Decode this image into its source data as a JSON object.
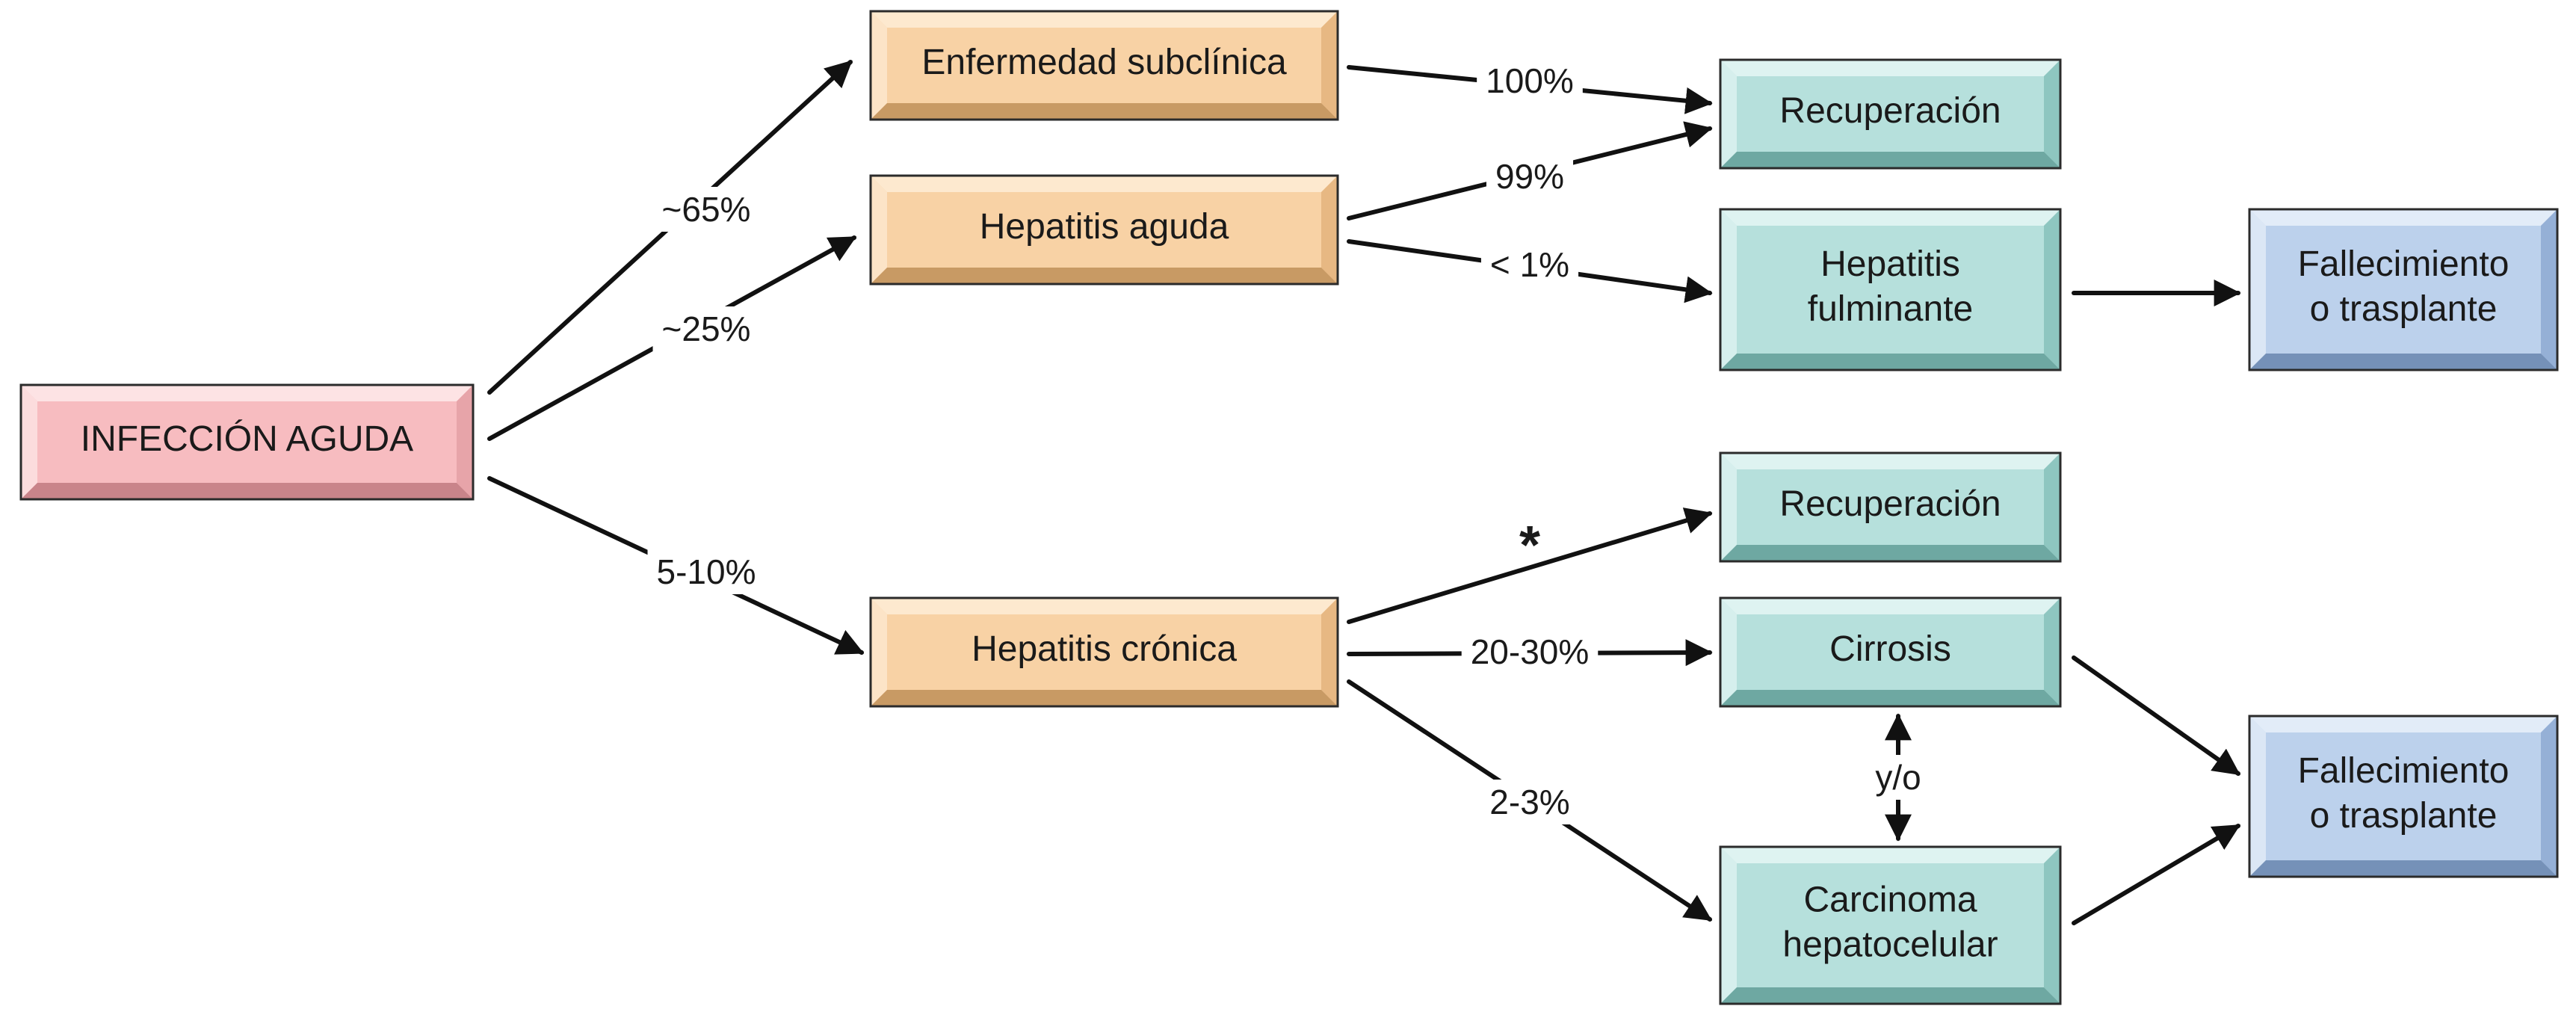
{
  "colors": {
    "pink": {
      "face": "#f7bcc0",
      "light": "#fde3e4",
      "mid": "#e7a4a9",
      "dark": "#c9848a"
    },
    "orange": {
      "face": "#f8d2a5",
      "light": "#fde9cf",
      "mid": "#e7b883",
      "dark": "#c89a64"
    },
    "teal": {
      "face": "#b6e0dc",
      "light": "#def3f1",
      "mid": "#8ec6c0",
      "dark": "#6ea8a2"
    },
    "blue": {
      "face": "#bcd1ec",
      "light": "#e2ecf8",
      "mid": "#95b0d6",
      "dark": "#7591b8"
    },
    "line": "#111111"
  },
  "nodes": {
    "acute_infection": {
      "lines": [
        "INFECCIÓN AGUDA"
      ],
      "color": "pink"
    },
    "subclinical": {
      "lines": [
        "Enfermedad subclínica"
      ],
      "color": "orange"
    },
    "acute_hepatitis": {
      "lines": [
        "Hepatitis aguda"
      ],
      "color": "orange"
    },
    "chronic_hepatitis": {
      "lines": [
        "Hepatitis crónica"
      ],
      "color": "orange"
    },
    "recovery_top": {
      "lines": [
        "Recuperación"
      ],
      "color": "teal"
    },
    "fulminant": {
      "lines": [
        "Hepatitis",
        "fulminante"
      ],
      "color": "teal"
    },
    "recovery_bottom": {
      "lines": [
        "Recuperación"
      ],
      "color": "teal"
    },
    "cirrhosis": {
      "lines": [
        "Cirrosis"
      ],
      "color": "teal"
    },
    "hcc": {
      "lines": [
        "Carcinoma",
        "hepatocelular"
      ],
      "color": "teal"
    },
    "death_top": {
      "lines": [
        "Fallecimiento",
        "o trasplante"
      ],
      "color": "blue"
    },
    "death_bottom": {
      "lines": [
        "Fallecimiento",
        "o trasplante"
      ],
      "color": "blue"
    }
  },
  "edges": {
    "to_subclinical": {
      "from": "acute_infection",
      "to": "subclinical",
      "label": "~65%"
    },
    "to_acute_hepatitis": {
      "from": "acute_infection",
      "to": "acute_hepatitis",
      "label": "~25%"
    },
    "to_chronic_hepatitis": {
      "from": "acute_infection",
      "to": "chronic_hepatitis",
      "label": "5-10%"
    },
    "subclinical_recovery": {
      "from": "subclinical",
      "to": "recovery_top",
      "label": "100%"
    },
    "acute_recovery": {
      "from": "acute_hepatitis",
      "to": "recovery_top",
      "label": "99%"
    },
    "acute_fulminant": {
      "from": "acute_hepatitis",
      "to": "fulminant",
      "label": "< 1%"
    },
    "fulminant_death": {
      "from": "fulminant",
      "to": "death_top",
      "label": ""
    },
    "chronic_recovery": {
      "from": "chronic_hepatitis",
      "to": "recovery_bottom",
      "label": "*"
    },
    "chronic_cirrhosis": {
      "from": "chronic_hepatitis",
      "to": "cirrhosis",
      "label": "20-30%"
    },
    "chronic_hcc": {
      "from": "chronic_hepatitis",
      "to": "hcc",
      "label": "2-3%"
    },
    "cirrhosis_hcc": {
      "from": "cirrhosis",
      "to": "hcc",
      "label": "y/o"
    },
    "cirrhosis_death": {
      "from": "cirrhosis",
      "to": "death_bottom",
      "label": ""
    },
    "hcc_death": {
      "from": "hcc",
      "to": "death_bottom",
      "label": ""
    }
  }
}
